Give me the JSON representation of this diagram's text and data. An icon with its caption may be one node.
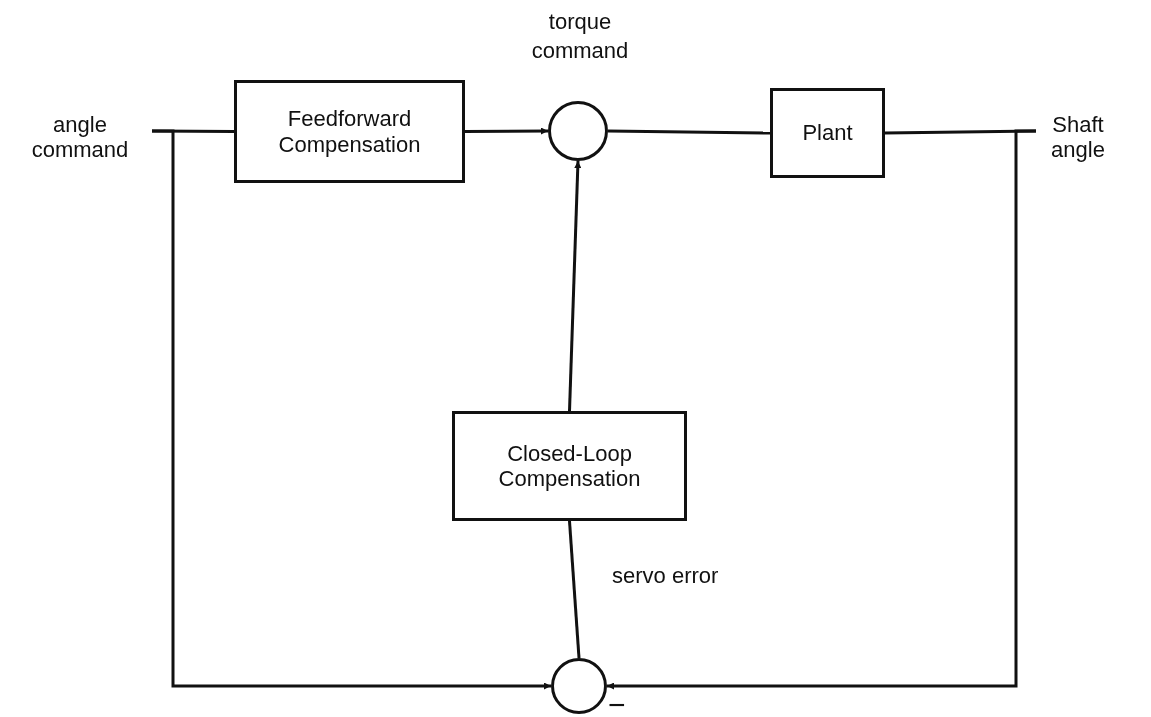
{
  "diagram": {
    "nodes": [
      {
        "text": [
          "angle command"
        ]
      },
      {
        "text": [
          "Feedforward Compensation"
        ]
      },
      {
        "text": [],
        "shape": "circle",
        "beside": [
          "torque command"
        ]
      },
      {
        "text": [
          "Plant"
        ]
      },
      {
        "text": [
          "Shaft angle"
        ]
      },
      {
        "text": [
          "Closed-Loop Compensation"
        ]
      },
      {
        "text": [],
        "shape": "circle"
      }
    ],
    "edges": [
      {
        "from": 0,
        "to": 1,
        "arrow": "none"
      },
      {
        "from": 1,
        "to": 2,
        "arrow": "to"
      },
      {
        "from": 2,
        "to": 3,
        "arrow": "none"
      },
      {
        "from": 3,
        "to": 4,
        "arrow": "none"
      },
      {
        "from": 0,
        "to": 6,
        "arrow": "to"
      },
      {
        "from": 4,
        "to": 6,
        "arrow": "to"
      },
      {
        "from": 6,
        "to": 5,
        "arrow": "none",
        "label": "servo error"
      },
      {
        "from": 5,
        "to": 2,
        "arrow": "to"
      }
    ],
    "labels": [
      "−"
    ]
  }
}
